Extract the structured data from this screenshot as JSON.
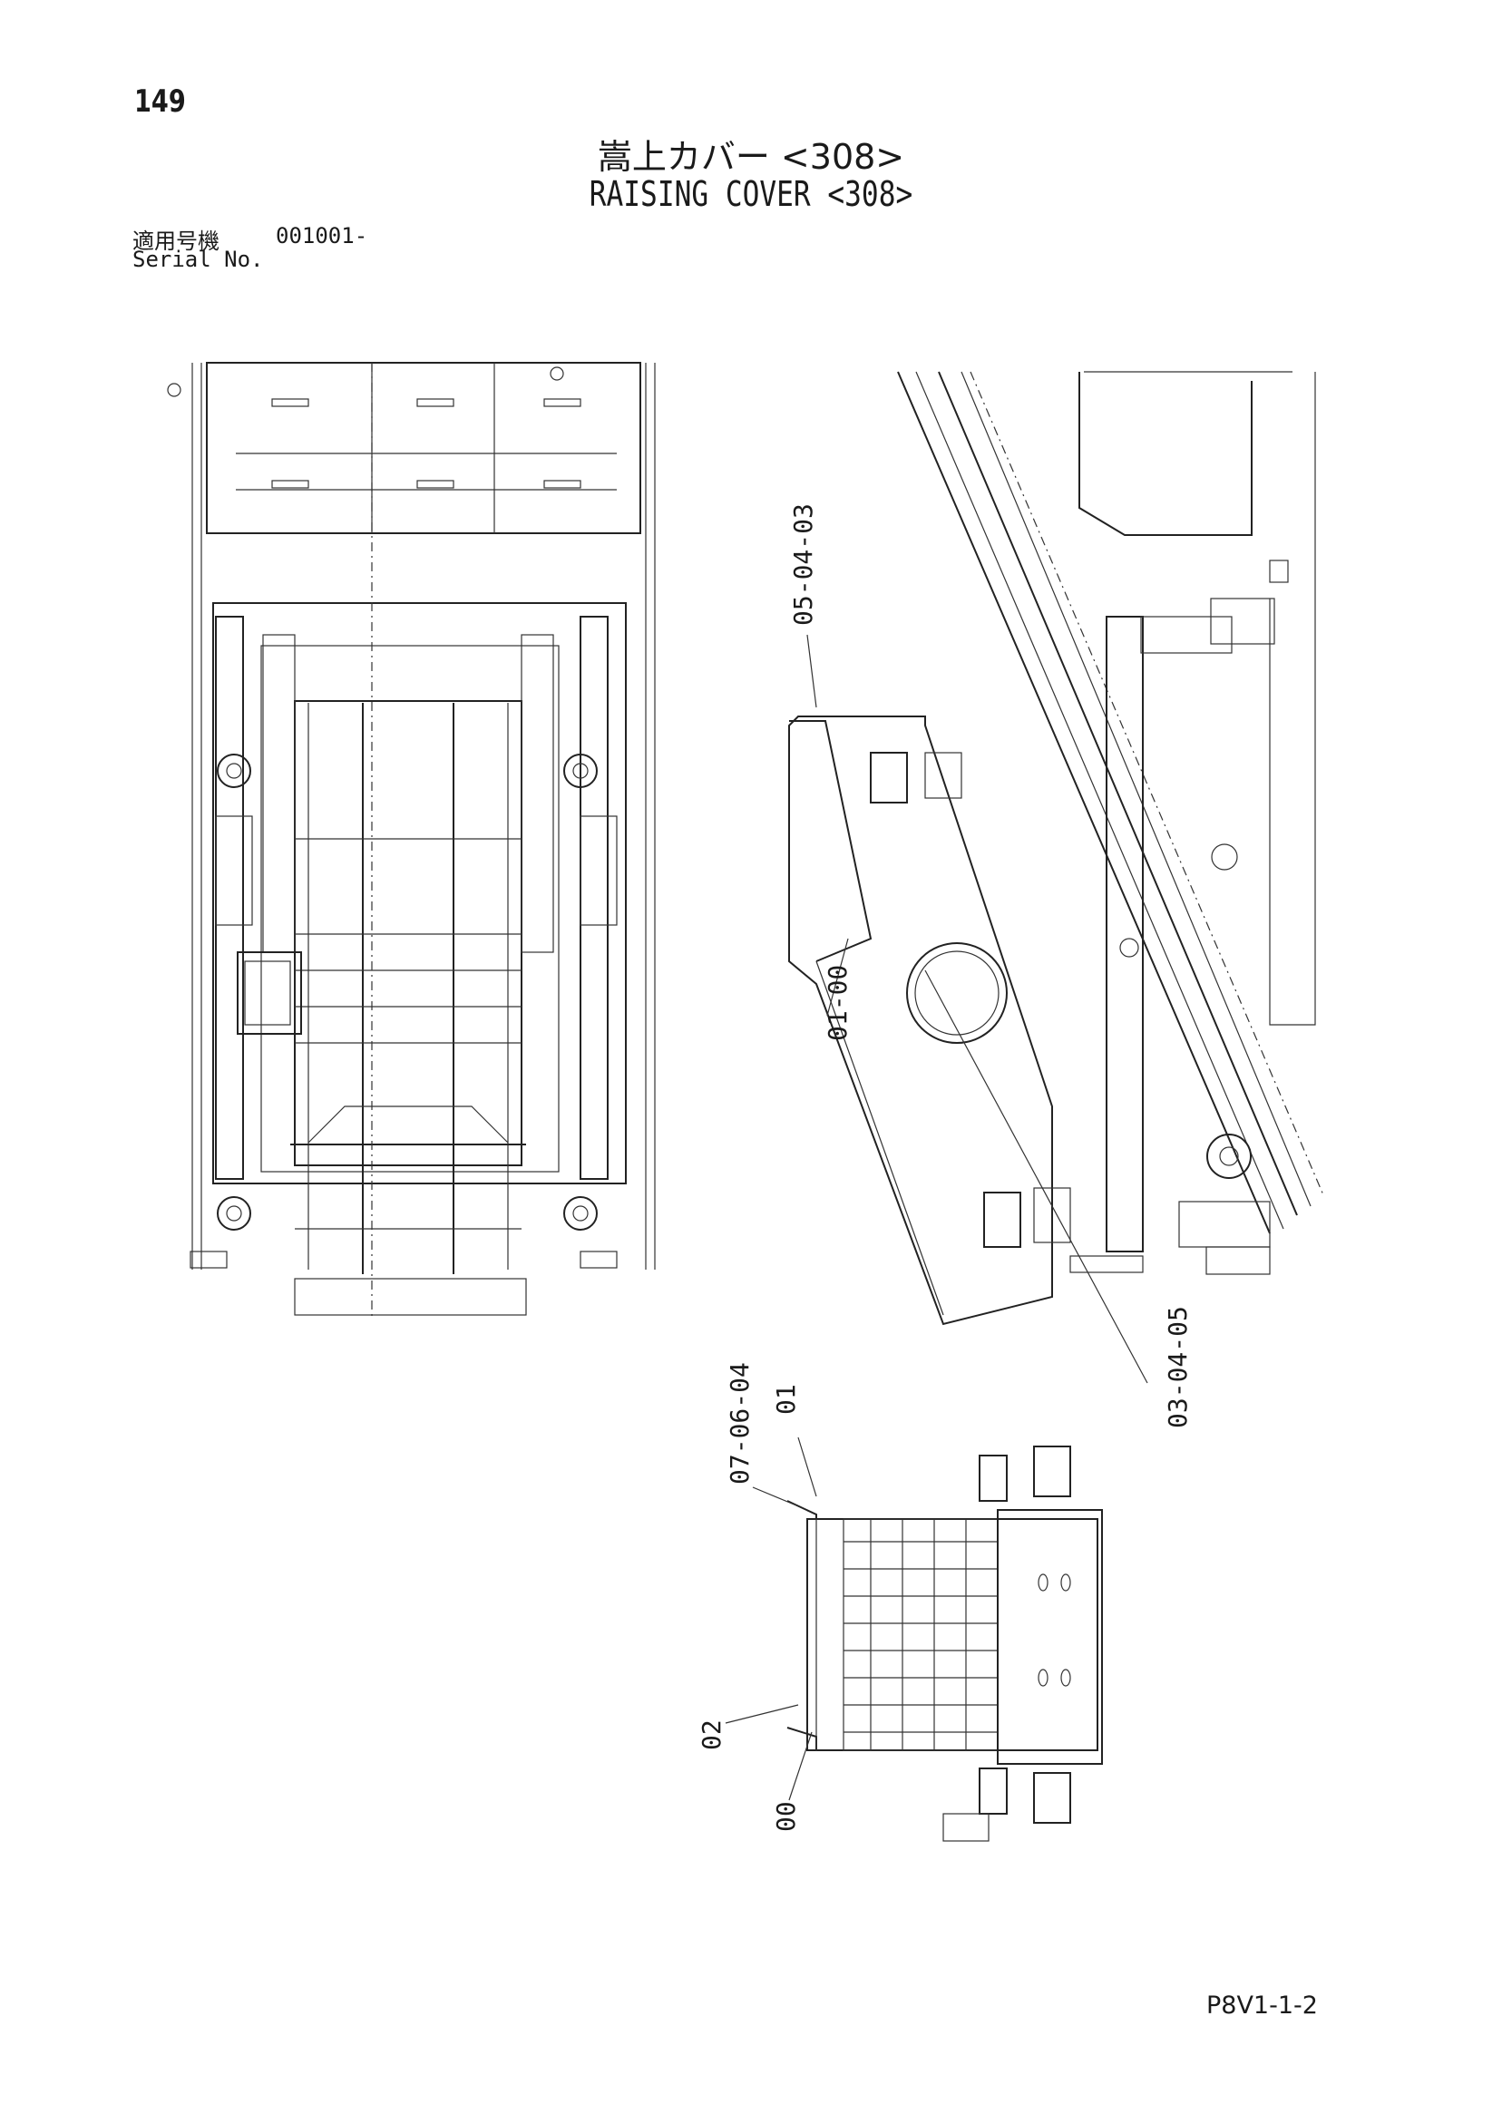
{
  "header": {
    "page_number": "149",
    "title_jp": "嵩上カバー <308>",
    "title_en": "RAISING COVER <308>"
  },
  "serial": {
    "label_jp": "適用号機",
    "value": "001001-",
    "label_en": "Serial No."
  },
  "callouts": {
    "c1": "05-04-03",
    "c2": "01-00",
    "c3": "03-04-05",
    "c4": "07-06-04",
    "c5": "01",
    "c6": "02",
    "c7": "00"
  },
  "footer": {
    "code": "P8V1-1-2"
  }
}
